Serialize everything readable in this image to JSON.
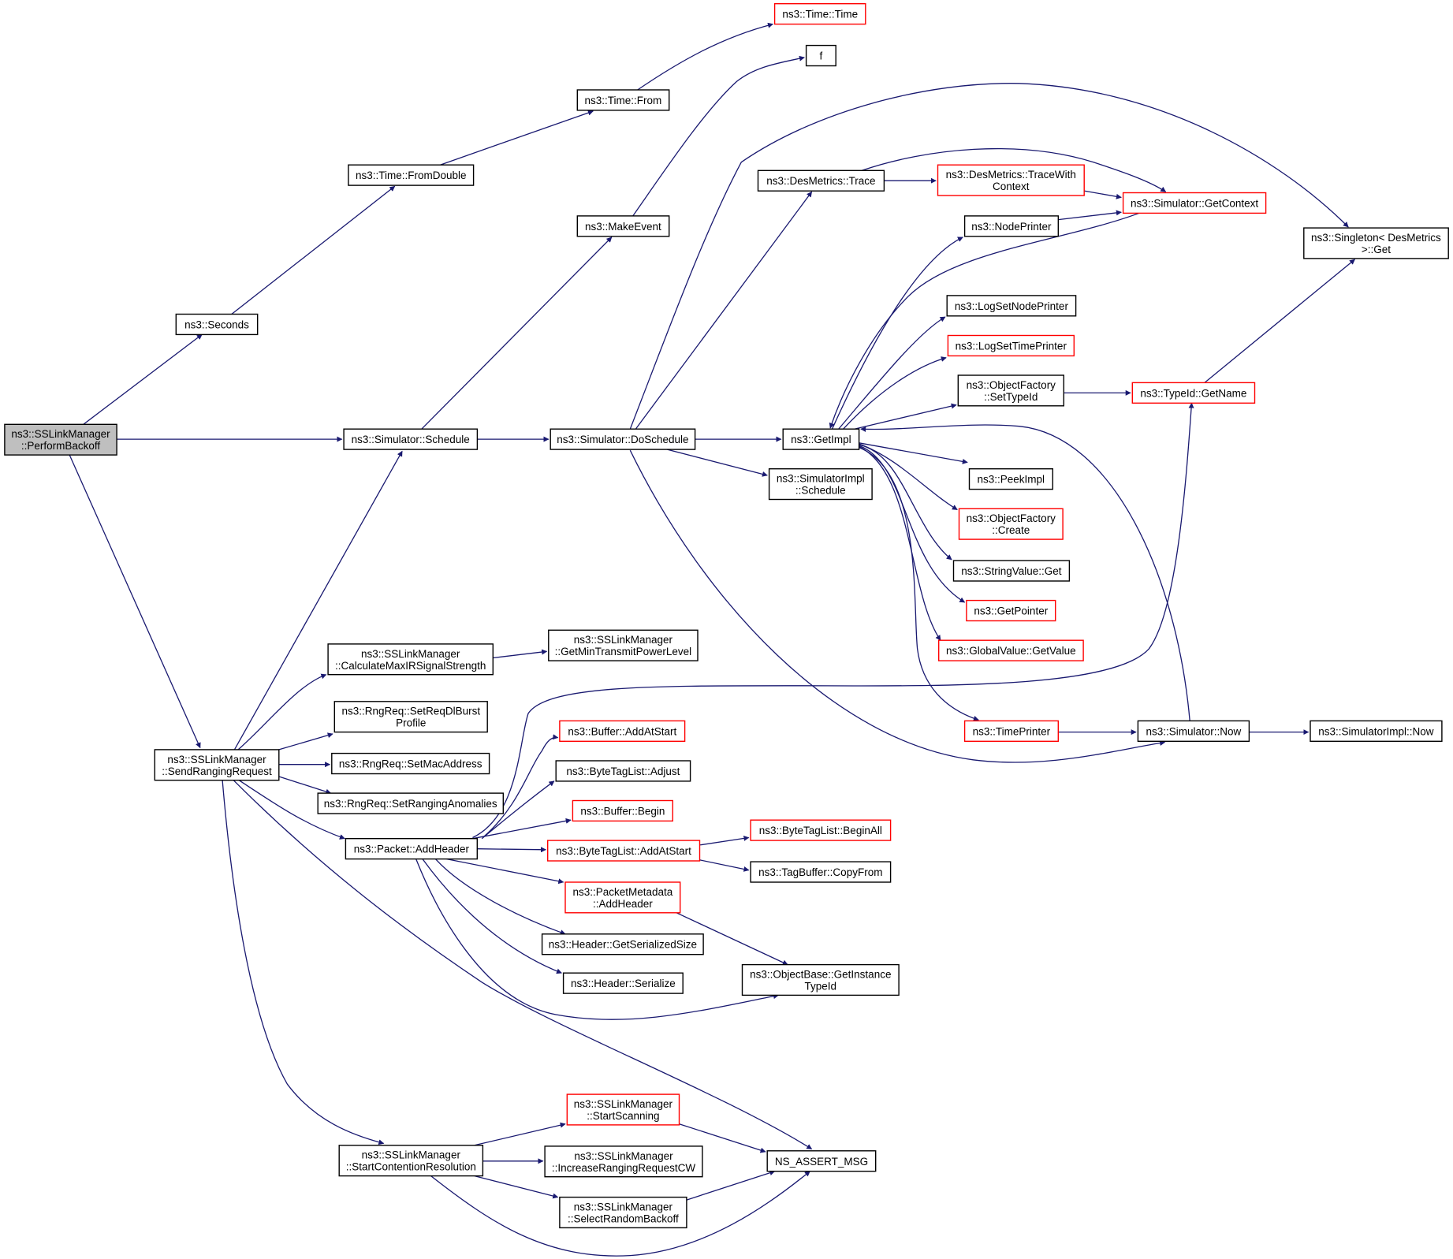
{
  "colors": {
    "edge": "#191970",
    "node_border": "#000000",
    "node_border_external": "#ff0000",
    "root_fill": "#bfbfbf"
  },
  "nodes": {
    "n_performbackoff": {
      "lines": [
        "ns3::SSLinkManager",
        "::PerformBackoff"
      ]
    },
    "n_seconds": {
      "lines": [
        "ns3::Seconds"
      ]
    },
    "n_schedule": {
      "lines": [
        "ns3::Simulator::Schedule"
      ]
    },
    "n_sendranging": {
      "lines": [
        "ns3::SSLinkManager",
        "::SendRangingRequest"
      ]
    },
    "n_fromdouble": {
      "lines": [
        "ns3::Time::FromDouble"
      ]
    },
    "n_timefrom": {
      "lines": [
        "ns3::Time::From"
      ]
    },
    "n_timetime": {
      "lines": [
        "ns3::Time::Time"
      ]
    },
    "n_makeevent": {
      "lines": [
        "ns3::MakeEvent"
      ]
    },
    "n_f": {
      "lines": [
        "f"
      ]
    },
    "n_doschedule": {
      "lines": [
        "ns3::Simulator::DoSchedule"
      ]
    },
    "n_desmetricstrace": {
      "lines": [
        "ns3::DesMetrics::Trace"
      ]
    },
    "n_tracewithcontext": {
      "lines": [
        "ns3::DesMetrics::TraceWith",
        "Context"
      ]
    },
    "n_getcontext": {
      "lines": [
        "ns3::Simulator::GetContext"
      ]
    },
    "n_singleton": {
      "lines": [
        "ns3::Singleton< DesMetrics",
        ">::Get"
      ]
    },
    "n_nodeprinter": {
      "lines": [
        "ns3::NodePrinter"
      ]
    },
    "n_logsetnodeprinter": {
      "lines": [
        "ns3::LogSetNodePrinter"
      ]
    },
    "n_logsettimeprinter": {
      "lines": [
        "ns3::LogSetTimePrinter"
      ]
    },
    "n_objfactsettypeid": {
      "lines": [
        "ns3::ObjectFactory",
        "::SetTypeId"
      ]
    },
    "n_typeidgetname": {
      "lines": [
        "ns3::TypeId::GetName"
      ]
    },
    "n_getimpl": {
      "lines": [
        "ns3::GetImpl"
      ]
    },
    "n_peekimpl": {
      "lines": [
        "ns3::PeekImpl"
      ]
    },
    "n_simimplschedule": {
      "lines": [
        "ns3::SimulatorImpl",
        "::Schedule"
      ]
    },
    "n_objfactcreate": {
      "lines": [
        "ns3::ObjectFactory",
        "::Create"
      ]
    },
    "n_stringvalueget": {
      "lines": [
        "ns3::StringValue::Get"
      ]
    },
    "n_getpointer": {
      "lines": [
        "ns3::GetPointer"
      ]
    },
    "n_globalvalue": {
      "lines": [
        "ns3::GlobalValue::GetValue"
      ]
    },
    "n_timeprinter": {
      "lines": [
        "ns3::TimePrinter"
      ]
    },
    "n_simnow": {
      "lines": [
        "ns3::Simulator::Now"
      ]
    },
    "n_simimplnow": {
      "lines": [
        "ns3::SimulatorImpl::Now"
      ]
    },
    "n_calcmaxir": {
      "lines": [
        "ns3::SSLinkManager",
        "::CalculateMaxIRSignalStrength"
      ]
    },
    "n_getmintx": {
      "lines": [
        "ns3::SSLinkManager",
        "::GetMinTransmitPowerLevel"
      ]
    },
    "n_setreqdlburst": {
      "lines": [
        "ns3::RngReq::SetReqDlBurst",
        "Profile"
      ]
    },
    "n_setmacaddress": {
      "lines": [
        "ns3::RngReq::SetMacAddress"
      ]
    },
    "n_setranging": {
      "lines": [
        "ns3::RngReq::SetRangingAnomalies"
      ]
    },
    "n_addheader": {
      "lines": [
        "ns3::Packet::AddHeader"
      ]
    },
    "n_bufaddatstart": {
      "lines": [
        "ns3::Buffer::AddAtStart"
      ]
    },
    "n_btladjust": {
      "lines": [
        "ns3::ByteTagList::Adjust"
      ]
    },
    "n_bufbegin": {
      "lines": [
        "ns3::Buffer::Begin"
      ]
    },
    "n_btladdatstart": {
      "lines": [
        "ns3::ByteTagList::AddAtStart"
      ]
    },
    "n_btlbeginall": {
      "lines": [
        "ns3::ByteTagList::BeginAll"
      ]
    },
    "n_tagbufcopy": {
      "lines": [
        "ns3::TagBuffer::CopyFrom"
      ]
    },
    "n_pmaddheader": {
      "lines": [
        "ns3::PacketMetadata",
        "::AddHeader"
      ]
    },
    "n_hdrgetsize": {
      "lines": [
        "ns3::Header::GetSerializedSize"
      ]
    },
    "n_hdrserialize": {
      "lines": [
        "ns3::Header::Serialize"
      ]
    },
    "n_getinstancetypeid": {
      "lines": [
        "ns3::ObjectBase::GetInstance",
        "TypeId"
      ]
    },
    "n_startcontention": {
      "lines": [
        "ns3::SSLinkManager",
        "::StartContentionResolution"
      ]
    },
    "n_startscanning": {
      "lines": [
        "ns3::SSLinkManager",
        "::StartScanning"
      ]
    },
    "n_increaseranging": {
      "lines": [
        "ns3::SSLinkManager",
        "::IncreaseRangingRequestCW"
      ]
    },
    "n_selectrandom": {
      "lines": [
        "ns3::SSLinkManager",
        "::SelectRandomBackoff"
      ]
    },
    "n_nsassert": {
      "lines": [
        "NS_ASSERT_MSG"
      ]
    }
  }
}
